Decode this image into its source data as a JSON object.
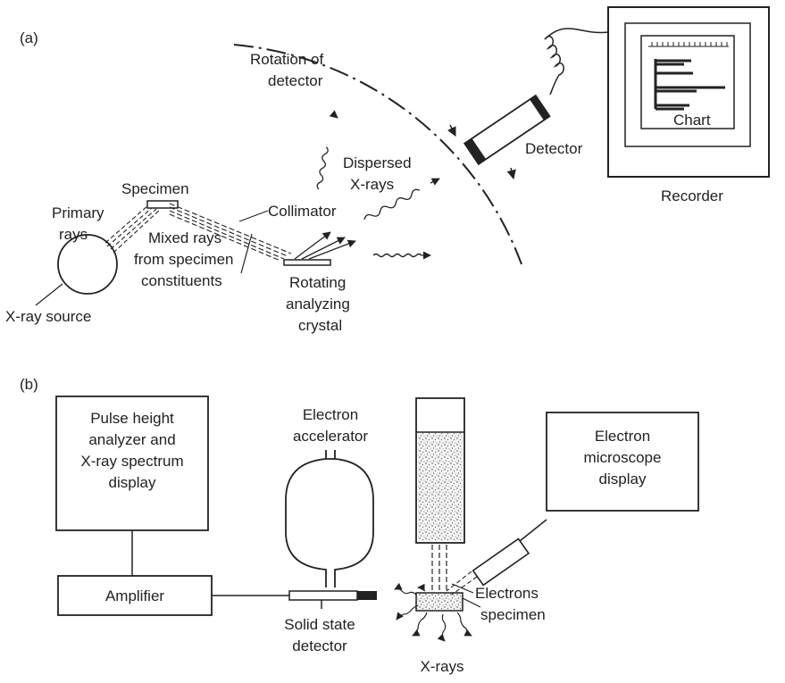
{
  "panel_a": {
    "tag": "(a)",
    "labels": {
      "rotation_1": "Rotation of",
      "rotation_2": "detector",
      "detector": "Detector",
      "chart": "Chart",
      "recorder": "Recorder",
      "dispersed_1": "Dispersed",
      "dispersed_2": "X-rays",
      "collimator": "Collimator",
      "specimen": "Specimen",
      "primary_1": "Primary",
      "primary_2": "rays",
      "mixed_1": "Mixed rays",
      "mixed_2": "from specimen",
      "mixed_3": "constituents",
      "xray_source": "X-ray source",
      "crystal_1": "Rotating",
      "crystal_2": "analyzing",
      "crystal_3": "crystal"
    }
  },
  "panel_b": {
    "tag": "(b)",
    "labels": {
      "pha_1": "Pulse height",
      "pha_2": "analyzer and",
      "pha_3": "X-ray spectrum",
      "pha_4": "display",
      "accel_1": "Electron",
      "accel_2": "accelerator",
      "micro_1": "Electron",
      "micro_2": "microscope",
      "micro_3": "display",
      "amplifier": "Amplifier",
      "electrons": "Electrons",
      "specimen": "specimen",
      "ssd_1": "Solid state",
      "ssd_2": "detector",
      "xrays": "X-rays"
    }
  }
}
